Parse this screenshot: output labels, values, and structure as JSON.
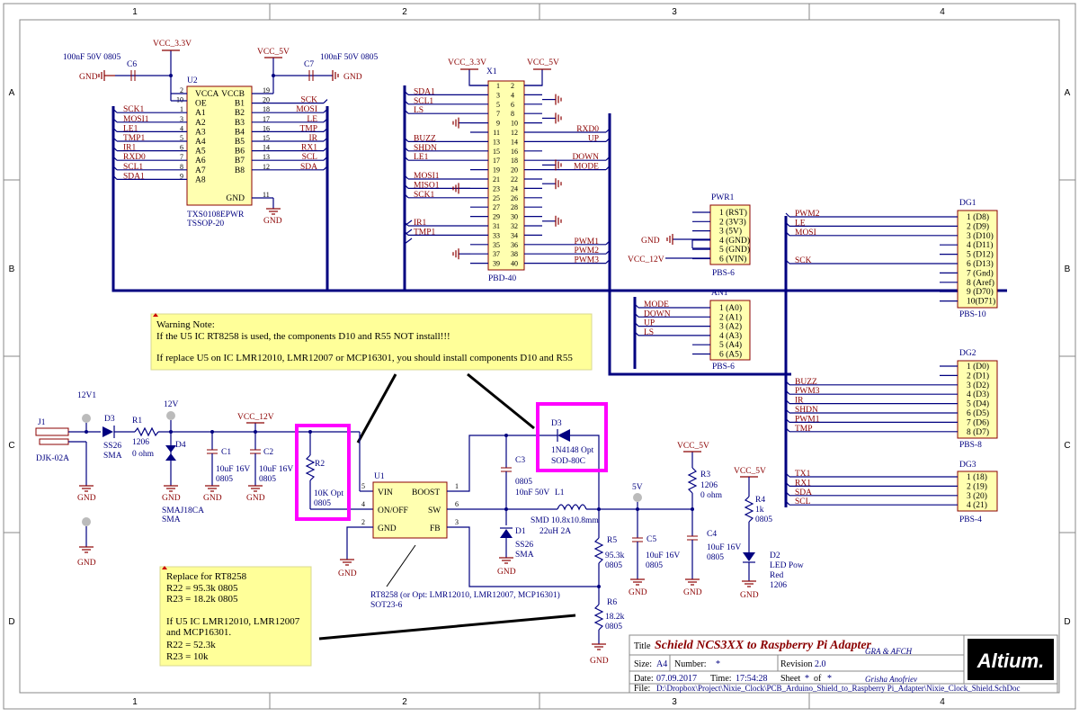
{
  "zones": {
    "columns": [
      "1",
      "2",
      "3",
      "4"
    ],
    "rows": [
      "A",
      "B",
      "C",
      "D"
    ]
  },
  "power": {
    "vcc33": "VCC_3.3V",
    "vcc5": "VCC_5V",
    "vcc12": "VCC_12V",
    "gnd": "GND",
    "v12v1": "12V1",
    "v12v": "12V",
    "v5v": "5V"
  },
  "u2": {
    "ref": "U2",
    "part": "TXS0108EPWR",
    "package": "TSSOP-20",
    "pins_left": [
      {
        "num": "2",
        "name": "VCCA"
      },
      {
        "num": "10",
        "name": "OE"
      },
      {
        "num": "1",
        "name": "A1"
      },
      {
        "num": "3",
        "name": "A2"
      },
      {
        "num": "4",
        "name": "A3"
      },
      {
        "num": "5",
        "name": "A4"
      },
      {
        "num": "6",
        "name": "A5"
      },
      {
        "num": "7",
        "name": "A6"
      },
      {
        "num": "8",
        "name": "A7"
      },
      {
        "num": "9",
        "name": "A8"
      }
    ],
    "pins_right": [
      {
        "num": "19",
        "name": "VCCB"
      },
      {
        "num": "20",
        "name": "B1"
      },
      {
        "num": "18",
        "name": "B2"
      },
      {
        "num": "17",
        "name": "B3"
      },
      {
        "num": "16",
        "name": "B4"
      },
      {
        "num": "15",
        "name": "B5"
      },
      {
        "num": "14",
        "name": "B6"
      },
      {
        "num": "13",
        "name": "B7"
      },
      {
        "num": "12",
        "name": "B8"
      },
      {
        "num": "11",
        "name": "GND"
      }
    ],
    "nets_left": [
      "SCK1",
      "MOSI1",
      "LE1",
      "TMP1",
      "IR1",
      "RXD0",
      "SCL1",
      "SDA1"
    ],
    "nets_right": [
      "SCK",
      "MOSI",
      "LE",
      "TMP",
      "IR",
      "RX1",
      "SCL",
      "SDA"
    ]
  },
  "c6": {
    "ref": "C6",
    "value": "100nF 50V 0805"
  },
  "c7": {
    "ref": "C7",
    "value": "100nF 50V 0805"
  },
  "x1": {
    "ref": "X1",
    "part": "PBD-40",
    "left_nets": [
      {
        "row": 1,
        "net": "SDA1"
      },
      {
        "row": 2,
        "net": "SCL1"
      },
      {
        "row": 3,
        "net": "LS"
      },
      {
        "row": 6,
        "net": "BUZZ"
      },
      {
        "row": 7,
        "net": "SHDN"
      },
      {
        "row": 8,
        "net": "LE1"
      },
      {
        "row": 10,
        "net": "MOSI1"
      },
      {
        "row": 11,
        "net": "MISO1"
      },
      {
        "row": 12,
        "net": "SCK1"
      },
      {
        "row": 15,
        "net": "IR1"
      },
      {
        "row": 16,
        "net": "TMP1"
      }
    ],
    "right_nets": [
      {
        "row": 5,
        "net": "RXD0"
      },
      {
        "row": 6,
        "net": "UP"
      },
      {
        "row": 8,
        "net": "DOWN"
      },
      {
        "row": 9,
        "net": "MODE"
      },
      {
        "row": 17,
        "net": "PWM1"
      },
      {
        "row": 18,
        "net": "PWM2"
      },
      {
        "row": 19,
        "net": "PWM3"
      }
    ]
  },
  "pwr1": {
    "ref": "PWR1",
    "part": "PBS-6",
    "pins": [
      "1 (RST)",
      "2 (3V3)",
      "3 (5V)",
      "4 (GND)",
      "5 (GND)",
      "6 (VIN)"
    ]
  },
  "an1": {
    "ref": "AN1",
    "part": "PBS-6",
    "nets": [
      "MODE",
      "DOWN",
      "UP",
      "LS"
    ],
    "pins": [
      "1 (A0)",
      "2 (A1)",
      "3 (A2)",
      "4 (A3)",
      "5 (A4)",
      "6 (A5)"
    ]
  },
  "dg1": {
    "ref": "DG1",
    "part": "PBS-10",
    "nets": [
      "PWM2",
      "LE",
      "MOSI",
      "",
      "",
      "SCK",
      "",
      "",
      "",
      ""
    ],
    "pins": [
      "1 (D8)",
      "2 (D9)",
      "3 (D10)",
      "4 (D11)",
      "5 (D12)",
      "6 (D13)",
      "7 (Gnd)",
      "8 (Aref)",
      "9 (D70)",
      "10(D71)"
    ]
  },
  "dg2": {
    "ref": "DG2",
    "part": "PBS-8",
    "nets": [
      "",
      "",
      "BUZZ",
      "PWM3",
      "IR",
      "SHDN",
      "PWM1",
      "TMP"
    ],
    "pins": [
      "1 (D0)",
      "2 (D1)",
      "3 (D2)",
      "4 (D3)",
      "5 (D4)",
      "6 (D5)",
      "7 (D6)",
      "8 (D7)"
    ]
  },
  "dg3": {
    "ref": "DG3",
    "part": "PBS-4",
    "nets": [
      "TX1",
      "RX1",
      "SDA",
      "SCL"
    ],
    "pins": [
      "1 (18)",
      "2 (19)",
      "3 (20)",
      "4 (21)"
    ]
  },
  "warning_note": {
    "title": "Warning Note:",
    "line1": "If the U5 IC RT8258 is used, the components D10 and R55 NOT install!!!",
    "line2": "If replace U5 on IC LMR12010, LMR12007 or MCP16301, you should install components D10 and R55"
  },
  "replace_note": {
    "l1": "Replace for RT8258",
    "l2": "R22 = 95.3k 0805",
    "l3": "R23 = 18.2k 0805",
    "l4": "If U5 IC LMR12010, LMR12007",
    "l5": "and MCP16301.",
    "l6": "R22 = 52.3k",
    "l7": "R23 = 10k"
  },
  "j1": {
    "ref": "J1",
    "part": "DJK-02A"
  },
  "d3a": {
    "ref": "D3",
    "part": "SS26",
    "pkg": "SMA"
  },
  "r1": {
    "ref": "R1",
    "pkg": "1206",
    "value": "0 ohm"
  },
  "d4": {
    "ref": "D4",
    "part": "SMAJ18CA",
    "pkg": "SMA"
  },
  "c1": {
    "ref": "C1",
    "value": "10uF 16V",
    "pkg": "0805"
  },
  "c2": {
    "ref": "C2",
    "value": "10uF 16V",
    "pkg": "0805"
  },
  "r2": {
    "ref": "R2",
    "value": "10K Opt",
    "pkg": "0805"
  },
  "u1": {
    "ref": "U1",
    "part": "RT8258 (or Opt: LMR12010, LMR12007, MCP16301)",
    "pkg": "SOT23-6",
    "pins": {
      "vin": "VIN",
      "onoff": "ON/OFF",
      "gnd": "GND",
      "boost": "BOOST",
      "sw": "SW",
      "fb": "FB"
    },
    "nums": {
      "vin": "5",
      "onoff": "4",
      "gnd": "2",
      "boost": "1",
      "sw": "6",
      "fb": "3"
    }
  },
  "c3": {
    "ref": "C3",
    "pkg": "0805",
    "value": "10nF 50V"
  },
  "l1": {
    "ref": "L1",
    "part": "SMD 10.8x10.8mm",
    "value": "22uH 2A"
  },
  "d3b": {
    "ref": "D3",
    "part": "1N4148 Opt",
    "pkg": "SOD-80C"
  },
  "d1": {
    "ref": "D1",
    "part": "SS26",
    "pkg": "SMA"
  },
  "r5": {
    "ref": "R5",
    "value": "95.3k",
    "pkg": "0805"
  },
  "r6": {
    "ref": "R6",
    "value": "18.2k",
    "pkg": "0805"
  },
  "c5": {
    "ref": "C5",
    "value": "10uF 16V",
    "pkg": "0805"
  },
  "c4": {
    "ref": "C4",
    "value": "10uF 16V",
    "pkg": "0805"
  },
  "r3": {
    "ref": "R3",
    "pkg": "1206",
    "value": "0 ohm"
  },
  "r4": {
    "ref": "R4",
    "value": "1k",
    "pkg": "0805"
  },
  "d2": {
    "ref": "D2",
    "part": "LED Pow",
    "color": "Red",
    "pkg": "1206"
  },
  "title_block": {
    "title_label": "Title",
    "title": "Schield NCS3XX to Raspberry Pi Adapter",
    "org": "GRA & AFCH",
    "size_label": "Size:",
    "size": "A4",
    "number_label": "Number:",
    "number": "*",
    "revision_label": "Revision",
    "revision": "2.0",
    "date_label": "Date:",
    "date": "07.09.2017",
    "time_label": "Time:",
    "time": "17:54:28",
    "sheet_label": "Sheet",
    "sheet": "*",
    "of_label": "of",
    "of": "*",
    "author": "Grisha Anofriev",
    "file_label": "File:",
    "file": "D:\\Dropbox\\Project\\Nixie_Clock\\PCB_Arduino_Shield_to_Raspberry Pi_Adapter\\Nixie_Clock_Shield.SchDoc",
    "logo": "Altium."
  },
  "colors": {
    "wire": "#000080",
    "part_fill": "#ffffb0",
    "part_line": "#8b0000",
    "highlight": "#ff00ff",
    "note": "#ffff99"
  }
}
